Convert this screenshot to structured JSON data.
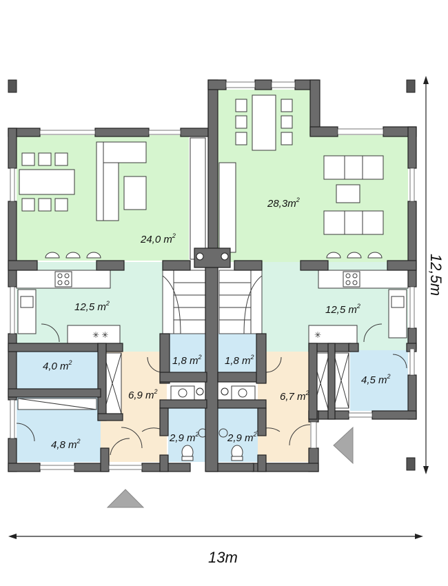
{
  "plan": {
    "dimensions": {
      "width": "13m",
      "height": "12,5m"
    },
    "rooms": [
      {
        "id": "living-left",
        "area": "24,0 m",
        "exp": "2",
        "color": "#d6f5cf"
      },
      {
        "id": "living-right",
        "area": "28,3m",
        "exp": "2",
        "color": "#d6f5cf"
      },
      {
        "id": "kitchen-left",
        "area": "12,5 m",
        "exp": "2",
        "color": "#d9f3e6"
      },
      {
        "id": "kitchen-right",
        "area": "12,5 m",
        "exp": "2",
        "color": "#d9f3e6"
      },
      {
        "id": "storage-left",
        "area": "4,0 m",
        "exp": "2",
        "color": "#cfe9f5"
      },
      {
        "id": "hall-left",
        "area": "6,9 m",
        "exp": "2",
        "color": "#faebd2"
      },
      {
        "id": "wc-left",
        "area": "1,8 m",
        "exp": "2",
        "color": "#cfe9f5"
      },
      {
        "id": "wc-right",
        "area": "1,8 m",
        "exp": "2",
        "color": "#cfe9f5"
      },
      {
        "id": "bedroom-left",
        "area": "4,8 m",
        "exp": "2",
        "color": "#cfe9f5"
      },
      {
        "id": "bath-left",
        "area": "2,9 m",
        "exp": "2",
        "color": "#cfe9f5"
      },
      {
        "id": "bath-right",
        "area": "2,9 m",
        "exp": "2",
        "color": "#cfe9f5"
      },
      {
        "id": "hall-right",
        "area": "6,7 m",
        "exp": "2",
        "color": "#faebd2"
      },
      {
        "id": "room-right",
        "area": "4,5 m",
        "exp": "2",
        "color": "#cfe9f5"
      }
    ],
    "colors": {
      "wall": "#6b6b6b",
      "outline": "#222222",
      "arrow": "#a8a8a8"
    },
    "icons": [
      "entrance-arrow-icon",
      "entrance-arrow-icon"
    ]
  }
}
